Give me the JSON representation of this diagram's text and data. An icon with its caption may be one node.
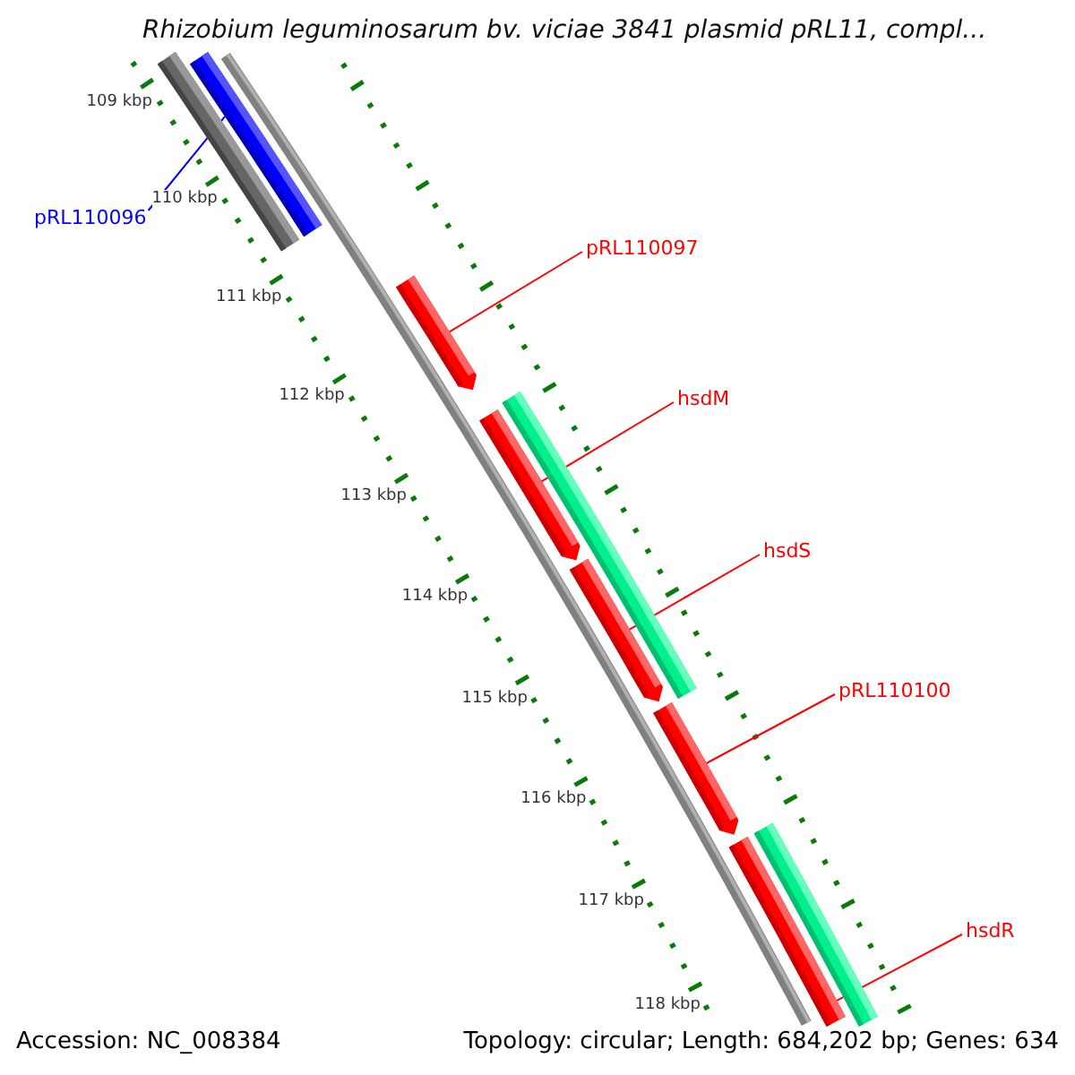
{
  "diagram": {
    "title": "Rhizobium leguminosarum bv. viciae 3841 plasmid pRL11, compl...",
    "nodes": [
      {
        "text": [
          "pRL110096"
        ]
      },
      {
        "text": [],
        "shape": "bar"
      },
      {
        "text": [],
        "shape": "bar"
      },
      {
        "text": [
          "pRL110097"
        ]
      },
      {
        "text": [],
        "shape": "bar"
      },
      {
        "text": [
          "hsdM"
        ]
      },
      {
        "text": [],
        "shape": "bar"
      },
      {
        "text": [],
        "shape": "bar"
      },
      {
        "text": [
          "hsdS"
        ]
      },
      {
        "text": [],
        "shape": "bar"
      },
      {
        "text": [
          "pRL110100"
        ]
      },
      {
        "text": [],
        "shape": "bar"
      },
      {
        "text": [
          "hsdR"
        ]
      },
      {
        "text": [],
        "shape": "bar"
      },
      {
        "text": [],
        "shape": "bar"
      }
    ],
    "edges": [
      {
        "from": 0,
        "to": 2,
        "arrow": "none",
        "color": "#0000ff"
      },
      {
        "from": 3,
        "to": 4,
        "arrow": "none"
      },
      {
        "from": 5,
        "to": 6,
        "arrow": "none"
      },
      {
        "from": 8,
        "to": 9,
        "arrow": "none"
      },
      {
        "from": 10,
        "to": 11,
        "arrow": "none"
      },
      {
        "from": 12,
        "to": 13,
        "arrow": "none"
      }
    ],
    "labels": [
      "109 kbp",
      "110 kbp",
      "111 kbp",
      "112 kbp",
      "113 kbp",
      "114 kbp",
      "115 kbp",
      "116 kbp",
      "117 kbp",
      "118 kbp",
      "Accession: NC_008384",
      "Topology: circular; Length: 684,202 bp; Genes: 634"
    ]
  }
}
